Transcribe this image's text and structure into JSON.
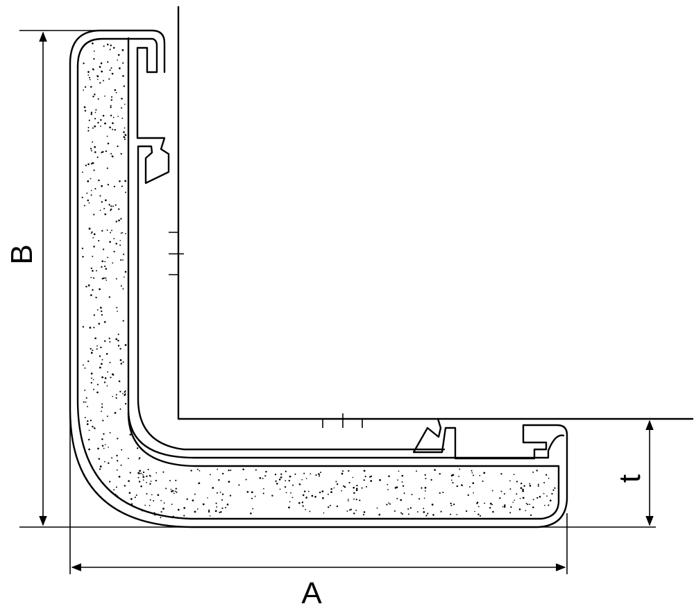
{
  "diagram": {
    "dimensions": {
      "width_label": "A",
      "height_label": "B",
      "thickness_label": "t"
    }
  }
}
